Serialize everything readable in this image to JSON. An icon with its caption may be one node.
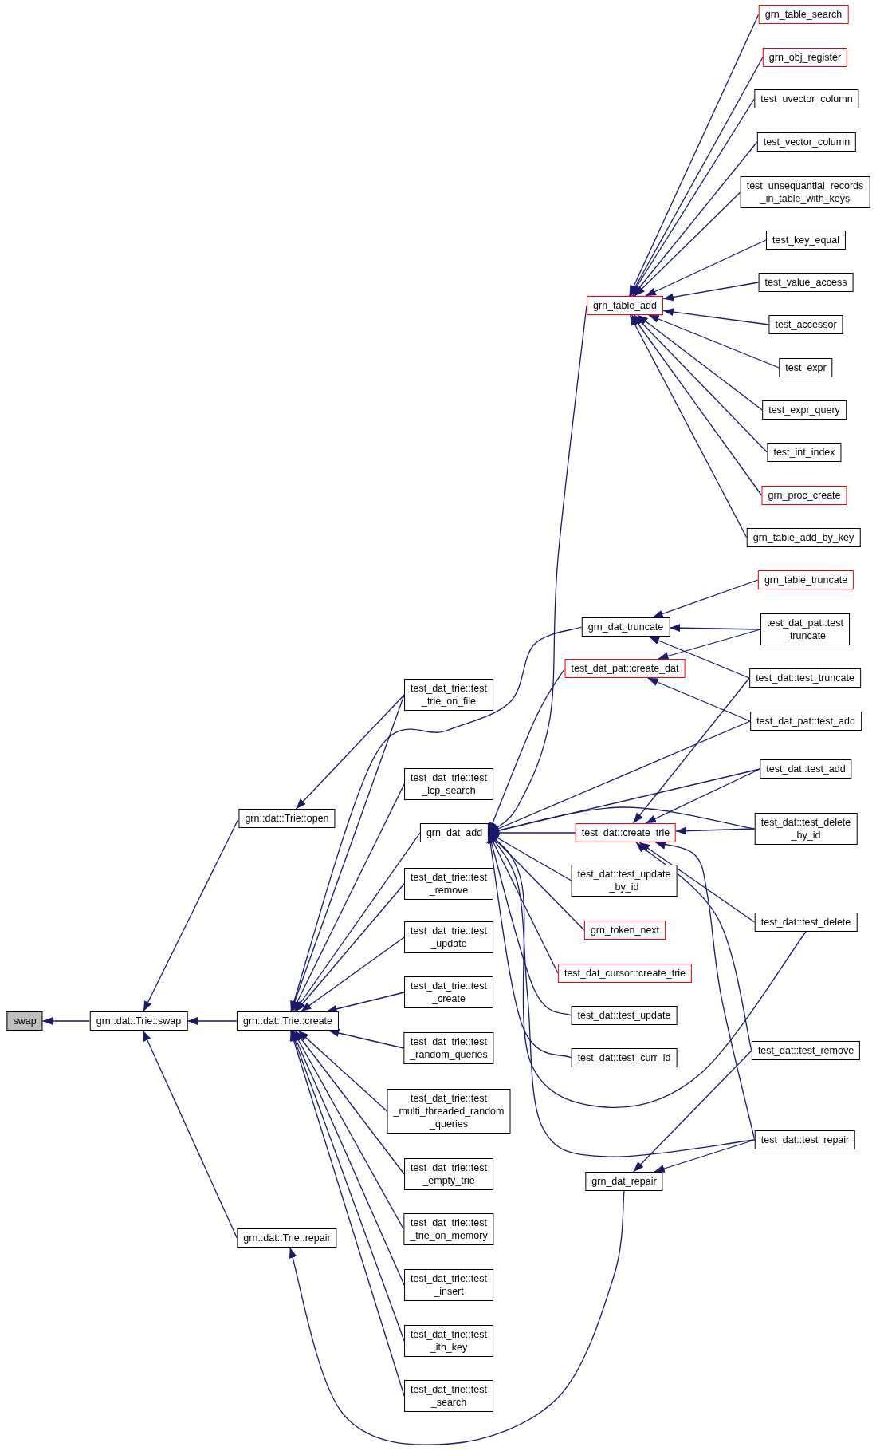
{
  "diagram": {
    "nodes": [
      {
        "text": [
          "swap"
        ]
      },
      {
        "text": [
          "grn::dat::Trie::swap"
        ]
      },
      {
        "text": [
          "grn::dat::Trie::open"
        ]
      },
      {
        "text": [
          "grn::dat::Trie::create"
        ]
      },
      {
        "text": [
          "grn::dat::Trie::repair"
        ]
      },
      {
        "text": [
          "grn_table_add"
        ]
      },
      {
        "text": [
          "grn_dat_truncate"
        ]
      },
      {
        "text": [
          "test_dat_pat::create_dat"
        ]
      },
      {
        "text": [
          "grn_dat_add"
        ]
      },
      {
        "text": [
          "test_dat::create_trie"
        ]
      },
      {
        "text": [
          "grn_dat_repair"
        ]
      },
      {
        "text": [
          "test_dat_trie::test _trie_on_file"
        ]
      },
      {
        "text": [
          "test_dat_trie::test _lcp_search"
        ]
      },
      {
        "text": [
          "test_dat_trie::test _remove"
        ]
      },
      {
        "text": [
          "test_dat_trie::test _update"
        ]
      },
      {
        "text": [
          "test_dat_trie::test _create"
        ]
      },
      {
        "text": [
          "test_dat_trie::test _random_queries"
        ]
      },
      {
        "text": [
          "test_dat_trie::test _multi_threaded_random _queries"
        ]
      },
      {
        "text": [
          "test_dat_trie::test _empty_trie"
        ]
      },
      {
        "text": [
          "test_dat_trie::test _trie_on_memory"
        ]
      },
      {
        "text": [
          "test_dat_trie::test _insert"
        ]
      },
      {
        "text": [
          "test_dat_trie::test _ith_key"
        ]
      },
      {
        "text": [
          "test_dat_trie::test _search"
        ]
      },
      {
        "text": [
          "grn_table_search"
        ]
      },
      {
        "text": [
          "grn_obj_register"
        ]
      },
      {
        "text": [
          "test_uvector_column"
        ]
      },
      {
        "text": [
          "test_vector_column"
        ]
      },
      {
        "text": [
          "test_unsequantial_records _in_table_with_keys"
        ]
      },
      {
        "text": [
          "test_key_equal"
        ]
      },
      {
        "text": [
          "test_value_access"
        ]
      },
      {
        "text": [
          "test_accessor"
        ]
      },
      {
        "text": [
          "test_expr"
        ]
      },
      {
        "text": [
          "test_expr_query"
        ]
      },
      {
        "text": [
          "test_int_index"
        ]
      },
      {
        "text": [
          "grn_proc_create"
        ]
      },
      {
        "text": [
          "grn_table_add_by_key"
        ]
      },
      {
        "text": [
          "grn_table_truncate"
        ]
      },
      {
        "text": [
          "test_dat_pat::test _truncate"
        ]
      },
      {
        "text": [
          "test_dat::test_truncate"
        ]
      },
      {
        "text": [
          "test_dat_pat::test_add"
        ]
      },
      {
        "text": [
          "test_dat::test_add"
        ]
      },
      {
        "text": [
          "test_dat::test_delete _by_id"
        ]
      },
      {
        "text": [
          "test_dat::test_delete"
        ]
      },
      {
        "text": [
          "test_dat::test_remove"
        ]
      },
      {
        "text": [
          "test_dat::test_repair"
        ]
      },
      {
        "text": [
          "test_dat::test_update _by_id"
        ]
      },
      {
        "text": [
          "grn_token_next"
        ]
      },
      {
        "text": [
          "test_dat_cursor::create_trie"
        ]
      },
      {
        "text": [
          "test_dat::test_update"
        ]
      },
      {
        "text": [
          "test_dat::test_curr_id"
        ]
      }
    ],
    "edges": [
      {
        "from": 1,
        "to": 0,
        "arrow": "to"
      },
      {
        "from": 2,
        "to": 1,
        "arrow": "to"
      },
      {
        "from": 3,
        "to": 1,
        "arrow": "to"
      },
      {
        "from": 4,
        "to": 1,
        "arrow": "to"
      },
      {
        "from": 11,
        "to": 2,
        "arrow": "to"
      },
      {
        "from": 11,
        "to": 3,
        "arrow": "to"
      },
      {
        "from": 6,
        "to": 3,
        "arrow": "to"
      },
      {
        "from": 12,
        "to": 3,
        "arrow": "to"
      },
      {
        "from": 8,
        "to": 3,
        "arrow": "to"
      },
      {
        "from": 13,
        "to": 3,
        "arrow": "to"
      },
      {
        "from": 14,
        "to": 3,
        "arrow": "to"
      },
      {
        "from": 15,
        "to": 3,
        "arrow": "to"
      },
      {
        "from": 16,
        "to": 3,
        "arrow": "to"
      },
      {
        "from": 17,
        "to": 3,
        "arrow": "to"
      },
      {
        "from": 18,
        "to": 3,
        "arrow": "to"
      },
      {
        "from": 19,
        "to": 3,
        "arrow": "to"
      },
      {
        "from": 20,
        "to": 3,
        "arrow": "to"
      },
      {
        "from": 21,
        "to": 3,
        "arrow": "to"
      },
      {
        "from": 22,
        "to": 3,
        "arrow": "to"
      },
      {
        "from": 10,
        "to": 4,
        "arrow": "to"
      },
      {
        "from": 23,
        "to": 5,
        "arrow": "to"
      },
      {
        "from": 24,
        "to": 5,
        "arrow": "to"
      },
      {
        "from": 25,
        "to": 5,
        "arrow": "to"
      },
      {
        "from": 26,
        "to": 5,
        "arrow": "to"
      },
      {
        "from": 27,
        "to": 5,
        "arrow": "to"
      },
      {
        "from": 28,
        "to": 5,
        "arrow": "to"
      },
      {
        "from": 29,
        "to": 5,
        "arrow": "to"
      },
      {
        "from": 30,
        "to": 5,
        "arrow": "to"
      },
      {
        "from": 31,
        "to": 5,
        "arrow": "to"
      },
      {
        "from": 32,
        "to": 5,
        "arrow": "to"
      },
      {
        "from": 33,
        "to": 5,
        "arrow": "to"
      },
      {
        "from": 34,
        "to": 5,
        "arrow": "to"
      },
      {
        "from": 35,
        "to": 5,
        "arrow": "to"
      },
      {
        "from": 5,
        "to": 8,
        "arrow": "to"
      },
      {
        "from": 7,
        "to": 8,
        "arrow": "to"
      },
      {
        "from": 9,
        "to": 8,
        "arrow": "to"
      },
      {
        "from": 39,
        "to": 8,
        "arrow": "to"
      },
      {
        "from": 40,
        "to": 8,
        "arrow": "to"
      },
      {
        "from": 41,
        "to": 8,
        "arrow": "to"
      },
      {
        "from": 45,
        "to": 8,
        "arrow": "to"
      },
      {
        "from": 46,
        "to": 8,
        "arrow": "to"
      },
      {
        "from": 47,
        "to": 8,
        "arrow": "to"
      },
      {
        "from": 48,
        "to": 8,
        "arrow": "to"
      },
      {
        "from": 49,
        "to": 8,
        "arrow": "to"
      },
      {
        "from": 42,
        "to": 8,
        "arrow": "to"
      },
      {
        "from": 44,
        "to": 8,
        "arrow": "to"
      },
      {
        "from": 36,
        "to": 6,
        "arrow": "to"
      },
      {
        "from": 37,
        "to": 6,
        "arrow": "to"
      },
      {
        "from": 38,
        "to": 6,
        "arrow": "to"
      },
      {
        "from": 37,
        "to": 7,
        "arrow": "to"
      },
      {
        "from": 39,
        "to": 7,
        "arrow": "to"
      },
      {
        "from": 38,
        "to": 9,
        "arrow": "to"
      },
      {
        "from": 40,
        "to": 9,
        "arrow": "to"
      },
      {
        "from": 41,
        "to": 9,
        "arrow": "to"
      },
      {
        "from": 42,
        "to": 9,
        "arrow": "to"
      },
      {
        "from": 43,
        "to": 9,
        "arrow": "to"
      },
      {
        "from": 44,
        "to": 9,
        "arrow": "to"
      },
      {
        "from": 43,
        "to": 10,
        "arrow": "to"
      },
      {
        "from": 44,
        "to": 10,
        "arrow": "to"
      }
    ]
  }
}
